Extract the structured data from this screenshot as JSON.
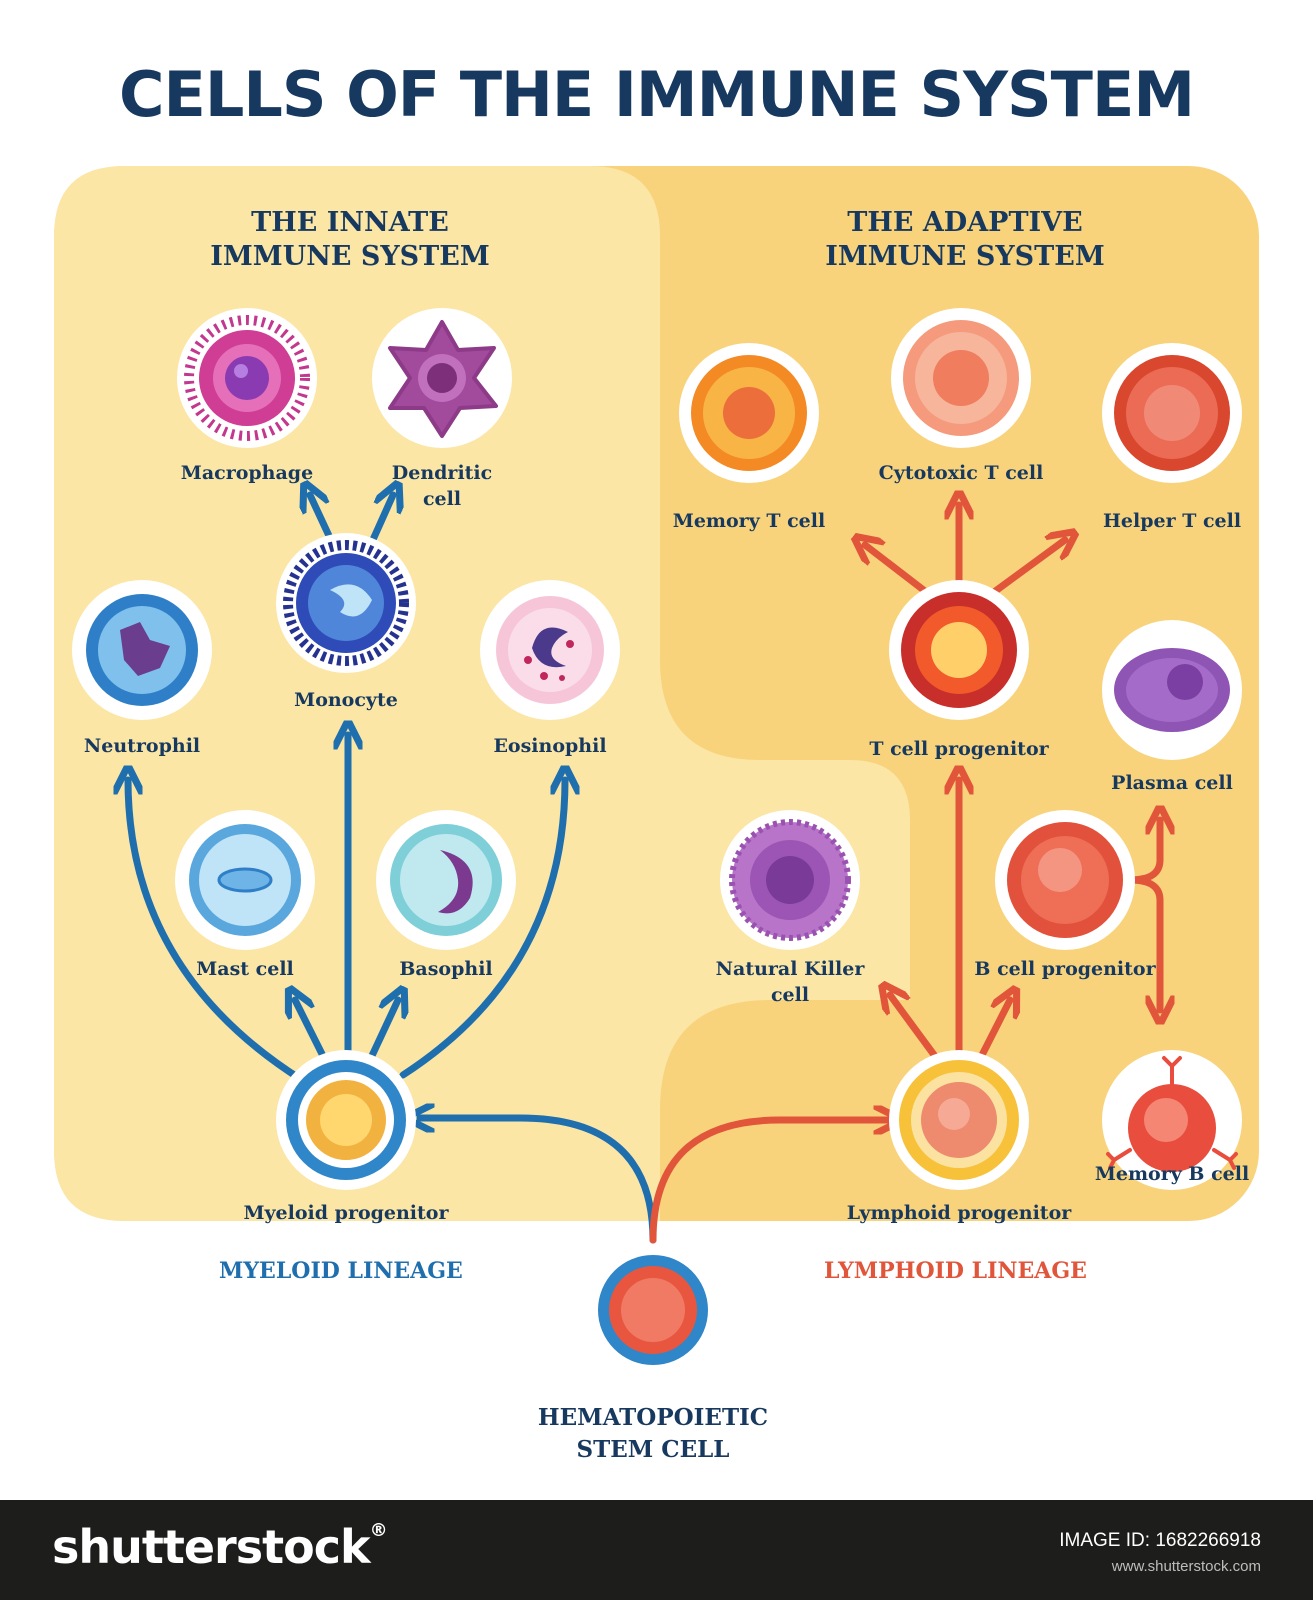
{
  "title": "CELLS OF THE IMMUNE SYSTEM",
  "innate_title": "THE INNATE\nIMMUNE SYSTEM",
  "adaptive_title": "THE ADAPTIVE\nIMMUNE SYSTEM",
  "lineages": {
    "myeloid": "MYELOID LINEAGE",
    "lymphoid": "LYMPHOID LINEAGE"
  },
  "cells": {
    "macrophage": "Macrophage",
    "dendritic": "Dendritic\ncell",
    "monocyte": "Monocyte",
    "neutrophil": "Neutrophil",
    "eosinophil": "Eosinophil",
    "mast": "Mast cell",
    "basophil": "Basophil",
    "myeloid": "Myeloid progenitor",
    "stem": "HEMATOPOIETIC\nSTEM CELL",
    "lymphoid": "Lymphoid progenitor",
    "memory_t": "Memory T cell",
    "cytotoxic_t": "Cytotoxic T cell",
    "helper_t": "Helper T cell",
    "t_progenitor": "T cell progenitor",
    "plasma": "Plasma cell",
    "nk": "Natural Killer\ncell",
    "b_progenitor": "B cell progenitor",
    "memory_b": "Memory B cell"
  },
  "colors": {
    "myeloid": "#1f6fae",
    "lymphoid": "#e1553b",
    "heading": "#17395f",
    "innate_bg": "#fbe6a6",
    "adaptive_bg": "#f8d37c"
  },
  "footer": {
    "brand": "shutterstock",
    "brand_suffix": "®",
    "image_id": "IMAGE ID: 1682266918",
    "site": "www.shutterstock.com"
  }
}
